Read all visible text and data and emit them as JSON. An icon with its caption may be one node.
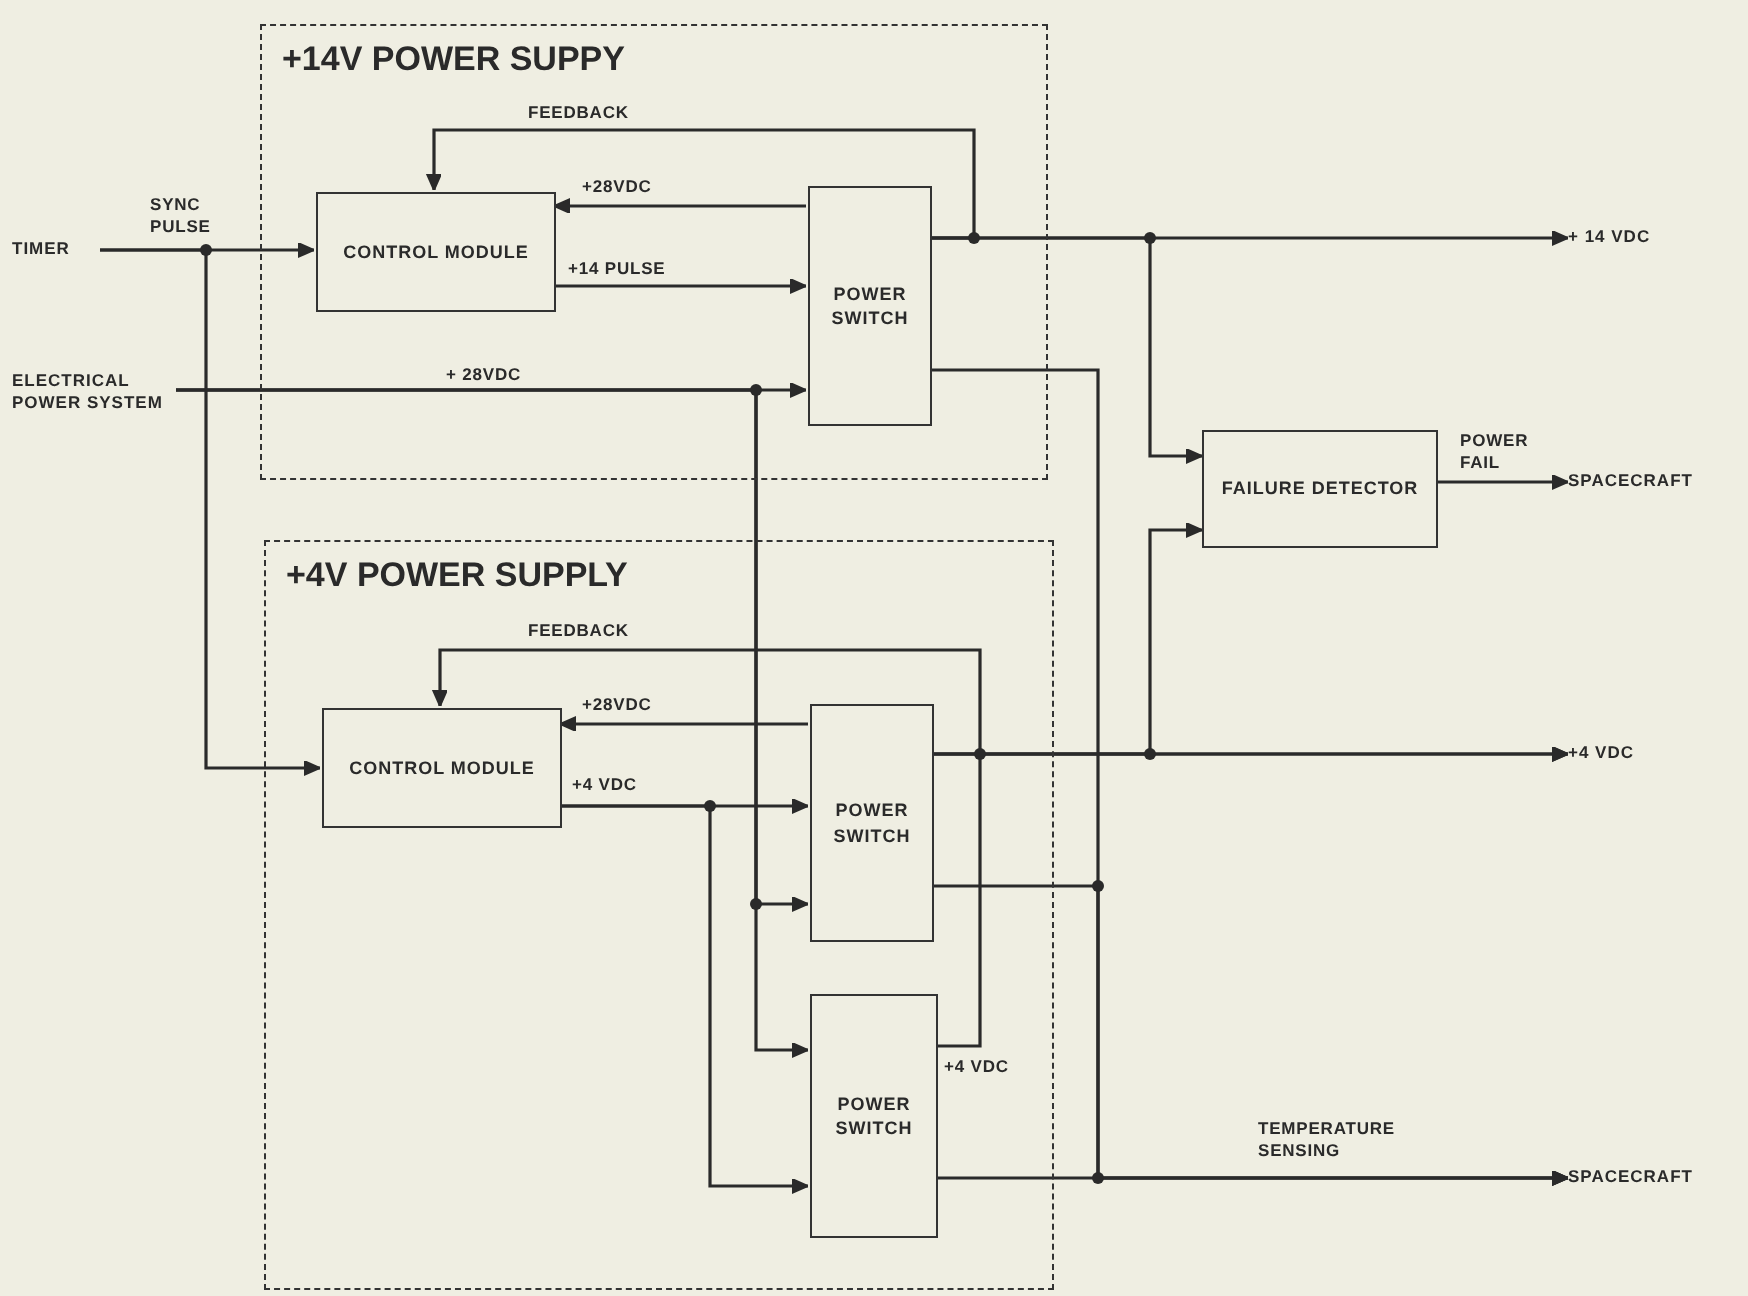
{
  "diagram": {
    "nodes": [
      {
        "text": [
          "+14V POWER SUPPY"
        ]
      },
      {
        "text": [
          "CONTROL MODULE"
        ],
        "in": 0
      },
      {
        "text": [
          "POWER SWITCH"
        ],
        "in": 0
      },
      {
        "text": [
          "TIMER"
        ]
      },
      {
        "text": [
          "ELECTRICAL POWER SYSTEM"
        ]
      },
      {
        "text": [
          "+4V POWER SUPPLY"
        ]
      },
      {
        "text": [
          "CONTROL MODULE"
        ],
        "in": 5
      },
      {
        "text": [
          "POWER SWITCH"
        ],
        "in": 5
      },
      {
        "text": [
          "POWER SWITCH"
        ],
        "in": 5
      },
      {
        "text": [
          "FAILURE DETECTOR"
        ]
      },
      {
        "text": [
          "+ 14 VDC"
        ]
      },
      {
        "text": [
          "SPACECRAFT"
        ]
      },
      {
        "text": [
          "+4 VDC"
        ]
      },
      {
        "text": [
          "SPACECRAFT"
        ]
      }
    ],
    "edges": [
      {
        "from": 3,
        "to": 1,
        "arrow": "to",
        "label": "SYNC PULSE"
      },
      {
        "from": 3,
        "to": 6,
        "arrow": "to"
      },
      {
        "from": 4,
        "to": 2,
        "arrow": "to",
        "label": "+ 28VDC"
      },
      {
        "from": 4,
        "to": 7,
        "arrow": "to"
      },
      {
        "from": 4,
        "to": 8,
        "arrow": "to"
      },
      {
        "from": 2,
        "to": 1,
        "arrow": "to",
        "label": "+28VDC"
      },
      {
        "from": 1,
        "to": 2,
        "arrow": "to",
        "label": "+14 PULSE"
      },
      {
        "from": 2,
        "to": 1,
        "arrow": "to",
        "label": "FEEDBACK"
      },
      {
        "from": 2,
        "to": 10,
        "arrow": "to"
      },
      {
        "from": 2,
        "to": 9,
        "arrow": "to"
      },
      {
        "from": 2,
        "to": 13,
        "arrow": "to"
      },
      {
        "from": 9,
        "to": 11,
        "arrow": "to",
        "label": "POWER FAIL"
      },
      {
        "from": 7,
        "to": 6,
        "arrow": "to",
        "label": "+28VDC"
      },
      {
        "from": 6,
        "to": 7,
        "arrow": "to",
        "label": "+4 VDC"
      },
      {
        "from": 6,
        "to": 8,
        "arrow": "to"
      },
      {
        "from": 7,
        "to": 6,
        "arrow": "to",
        "label": "FEEDBACK"
      },
      {
        "from": 7,
        "to": 12,
        "arrow": "to"
      },
      {
        "from": 7,
        "to": 9,
        "arrow": "to"
      },
      {
        "from": 7,
        "to": 13,
        "arrow": "to"
      },
      {
        "from": 8,
        "to": 12,
        "arrow": "to",
        "label": "+4 VDC"
      },
      {
        "from": 8,
        "to": 13,
        "arrow": "to",
        "label": "TEMPERATURE SENSING"
      }
    ]
  }
}
